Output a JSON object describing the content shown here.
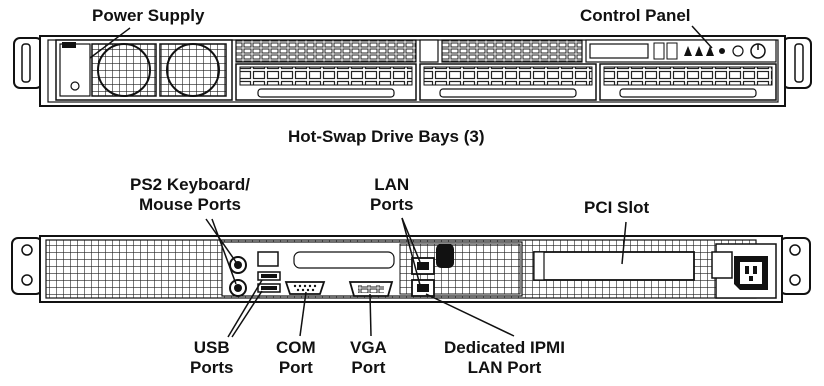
{
  "front_view": {
    "labels": {
      "power_supply": "Power Supply",
      "control_panel": "Control Panel",
      "drive_bays": "Hot-Swap Drive Bays (3)"
    }
  },
  "rear_view": {
    "labels": {
      "ps2_line1": "PS2 Keyboard/",
      "ps2_line2": "Mouse Ports",
      "lan_line1": "LAN",
      "lan_line2": "Ports",
      "pci_slot": "PCI Slot",
      "usb_line1": "USB",
      "usb_line2": "Ports",
      "com_line1": "COM",
      "com_line2": "Port",
      "vga_line1": "VGA",
      "vga_line2": "Port",
      "ipmi_line1": "Dedicated IPMI",
      "ipmi_line2": "LAN Port"
    }
  },
  "colors": {
    "line": "#111111",
    "chassis": "#ffffff",
    "grille": "#222222"
  }
}
